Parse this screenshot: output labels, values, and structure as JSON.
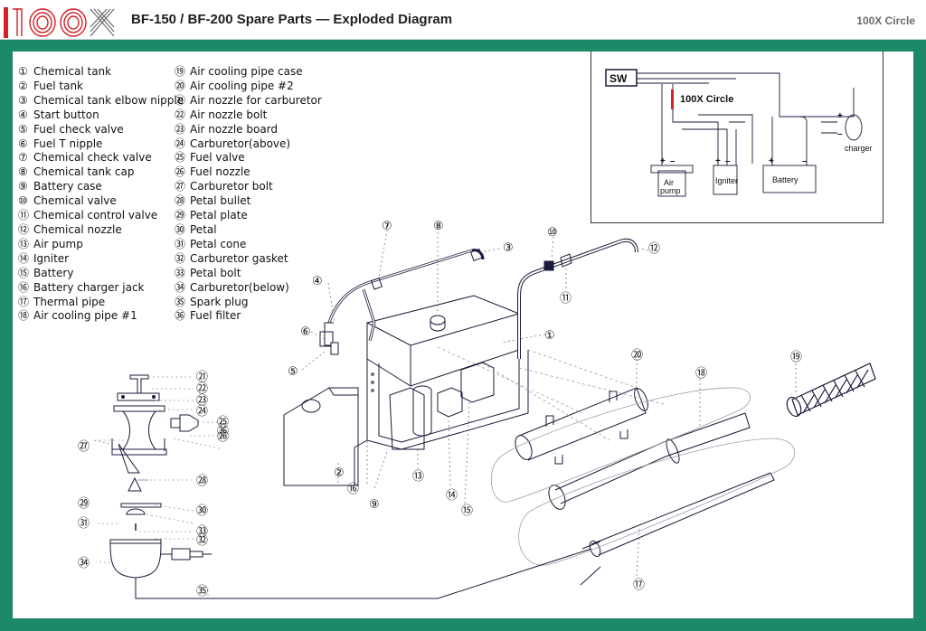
{
  "header": {
    "logo_text": "100X",
    "title": "BF-150 / BF-200 Spare Parts — Exploded Diagram",
    "brand": "100X Circle"
  },
  "colors": {
    "accent_red": "#d71f26",
    "background_green": "#1c8a68",
    "line": "#1a1a3a"
  },
  "legend": {
    "col1": [
      {
        "num": "①",
        "label": "Chemical tank"
      },
      {
        "num": "②",
        "label": "Fuel tank"
      },
      {
        "num": "③",
        "label": "Chemical tank elbow nipple"
      },
      {
        "num": "④",
        "label": "Start button"
      },
      {
        "num": "⑤",
        "label": "Fuel check valve"
      },
      {
        "num": "⑥",
        "label": "Fuel T nipple"
      },
      {
        "num": "⑦",
        "label": "Chemical check valve"
      },
      {
        "num": "⑧",
        "label": "Chemical tank cap"
      },
      {
        "num": "⑨",
        "label": "Battery case"
      },
      {
        "num": "⑩",
        "label": "Chemical valve"
      },
      {
        "num": "⑪",
        "label": "Chemical control valve"
      },
      {
        "num": "⑫",
        "label": "Chemical nozzle"
      },
      {
        "num": "⑬",
        "label": "Air pump"
      },
      {
        "num": "⑭",
        "label": "Igniter"
      },
      {
        "num": "⑮",
        "label": "Battery"
      },
      {
        "num": "⑯",
        "label": "Battery charger jack"
      },
      {
        "num": "⑰",
        "label": "Thermal pipe"
      },
      {
        "num": "⑱",
        "label": "Air cooling pipe #1"
      }
    ],
    "col2": [
      {
        "num": "⑲",
        "label": "Air cooling pipe case"
      },
      {
        "num": "⑳",
        "label": "Air cooling pipe #2"
      },
      {
        "num": "㉑",
        "label": "Air nozzle for carburetor"
      },
      {
        "num": "㉒",
        "label": "Air nozzle bolt"
      },
      {
        "num": "㉓",
        "label": "Air nozzle board"
      },
      {
        "num": "㉔",
        "label": "Carburetor(above)"
      },
      {
        "num": "㉕",
        "label": "Fuel valve"
      },
      {
        "num": "㉖",
        "label": "Fuel nozzle"
      },
      {
        "num": "㉗",
        "label": "Carburetor bolt"
      },
      {
        "num": "㉘",
        "label": "Petal bullet"
      },
      {
        "num": "㉙",
        "label": "Petal plate"
      },
      {
        "num": "㉚",
        "label": "Petal"
      },
      {
        "num": "㉛",
        "label": "Petal cone"
      },
      {
        "num": "㉜",
        "label": "Carburetor gasket"
      },
      {
        "num": "㉝",
        "label": "Petal bolt"
      },
      {
        "num": "㉞",
        "label": "Carburetor(below)"
      },
      {
        "num": "㉟",
        "label": "Spark plug"
      },
      {
        "num": "㊱",
        "label": "Fuel filter"
      }
    ]
  },
  "wiring": {
    "switch": "SW",
    "watermark": "100X Circle",
    "air_pump": [
      "Air",
      "pump"
    ],
    "igniter": "Igniter",
    "battery": "Battery",
    "charger": "charger",
    "plus": "+",
    "minus": "–"
  },
  "callouts": [
    {
      "id": "c1",
      "text": "①"
    },
    {
      "id": "c2",
      "text": "②"
    },
    {
      "id": "c3",
      "text": "③"
    },
    {
      "id": "c4",
      "text": "④"
    },
    {
      "id": "c5",
      "text": "⑤"
    },
    {
      "id": "c6",
      "text": "⑥"
    },
    {
      "id": "c7",
      "text": "⑦"
    },
    {
      "id": "c8",
      "text": "⑧"
    },
    {
      "id": "c9",
      "text": "⑨"
    },
    {
      "id": "c10",
      "text": "⑩"
    },
    {
      "id": "c11",
      "text": "⑪"
    },
    {
      "id": "c12",
      "text": "⑫"
    },
    {
      "id": "c13",
      "text": "⑬"
    },
    {
      "id": "c14",
      "text": "⑭"
    },
    {
      "id": "c15",
      "text": "⑮"
    },
    {
      "id": "c16",
      "text": "⑯"
    },
    {
      "id": "c17",
      "text": "⑰"
    },
    {
      "id": "c18",
      "text": "⑱"
    },
    {
      "id": "c19",
      "text": "⑲"
    },
    {
      "id": "c20",
      "text": "⑳"
    },
    {
      "id": "c21",
      "text": "㉑"
    },
    {
      "id": "c22",
      "text": "㉒"
    },
    {
      "id": "c23",
      "text": "㉓"
    },
    {
      "id": "c24",
      "text": "㉔"
    },
    {
      "id": "c25",
      "text": "㉕"
    },
    {
      "id": "c26",
      "text": "㉖"
    },
    {
      "id": "c27",
      "text": "㉗"
    },
    {
      "id": "c28",
      "text": "㉘"
    },
    {
      "id": "c29",
      "text": "㉙"
    },
    {
      "id": "c30",
      "text": "㉚"
    },
    {
      "id": "c31",
      "text": "㉛"
    },
    {
      "id": "c32",
      "text": "㉜"
    },
    {
      "id": "c33",
      "text": "㉝"
    },
    {
      "id": "c34",
      "text": "㉞"
    },
    {
      "id": "c35",
      "text": "㉟"
    },
    {
      "id": "c36",
      "text": "㊱"
    }
  ]
}
